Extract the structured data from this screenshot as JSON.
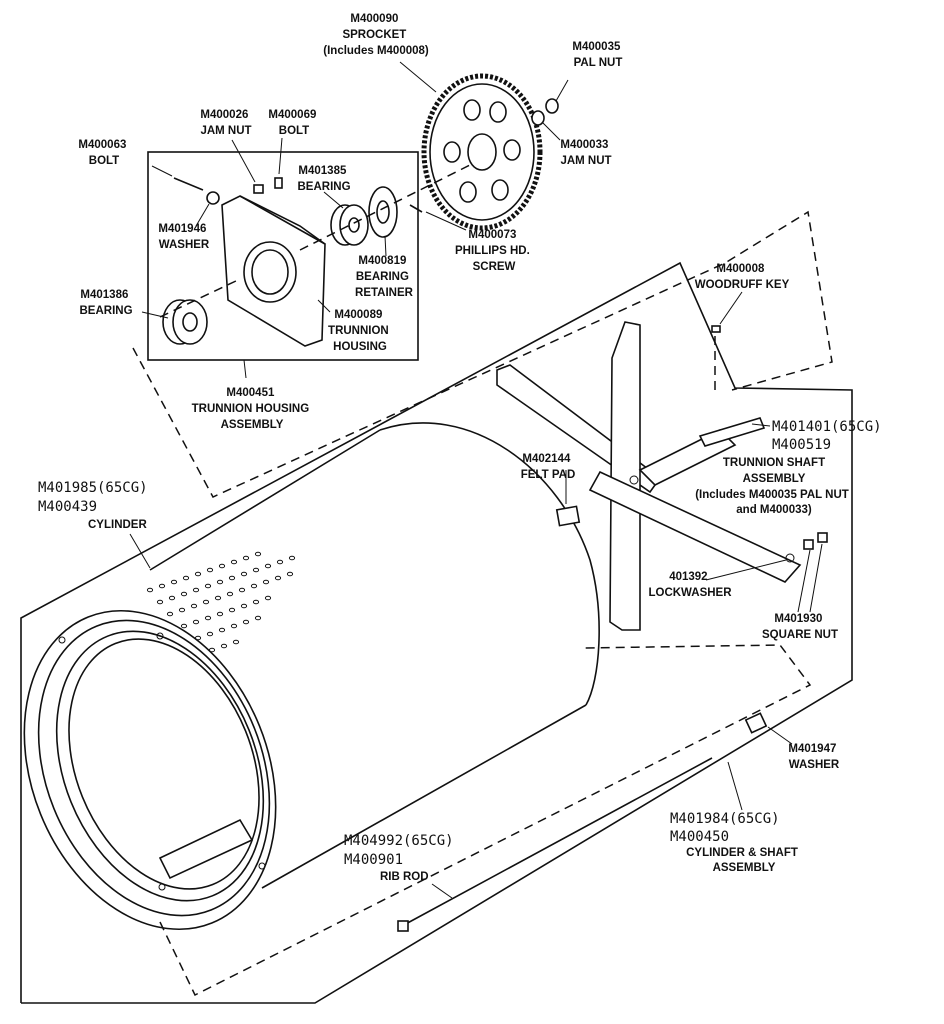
{
  "labels": {
    "sprocket": [
      "M400090",
      "SPROCKET",
      "(Includes M400008)"
    ],
    "pal_nut": [
      "M400035",
      "PAL NUT"
    ],
    "jam_nut_top": [
      "M400033",
      "JAM NUT"
    ],
    "jam_nut_left": [
      "M400026",
      "JAM NUT"
    ],
    "bolt_top": [
      "M400069",
      "BOLT"
    ],
    "bolt_left": [
      "M400063",
      "BOLT"
    ],
    "bearing_top": [
      "M401385",
      "BEARING"
    ],
    "washer_left": [
      "M401946",
      "WASHER"
    ],
    "phillips": [
      "M400073",
      "PHILLIPS HD.",
      "SCREW"
    ],
    "bearing_retainer": [
      "M400819",
      "BEARING",
      "RETAINER"
    ],
    "bearing_left": [
      "M401386",
      "BEARING"
    ],
    "trunnion_housing": [
      "M400089",
      "TRUNNION",
      "HOUSING"
    ],
    "woodruff": [
      "M400008",
      "WOODRUFF KEY"
    ],
    "housing_assembly": [
      "M400451",
      "TRUNNION HOUSING",
      "ASSEMBLY"
    ],
    "shaft_assembly": [
      "M401401(65CG)",
      "M400519",
      "TRUNNION SHAFT",
      "ASSEMBLY",
      "(Includes M400035 PAL NUT",
      "and M400033)"
    ],
    "felt_pad": [
      "M402144",
      "FELT PAD"
    ],
    "cylinder": [
      "M401985(65CG)",
      "M400439",
      "CYLINDER"
    ],
    "lockwasher": [
      "401392",
      "LOCKWASHER"
    ],
    "square_nut": [
      "M401930",
      "SQUARE NUT"
    ],
    "washer_right": [
      "M401947",
      "WASHER"
    ],
    "cyl_shaft": [
      "M401984(65CG)",
      "M400450",
      "CYLINDER & SHAFT",
      "ASSEMBLY"
    ],
    "rib_rod": [
      "M404992(65CG)",
      "M400901",
      "RIB ROD"
    ]
  }
}
